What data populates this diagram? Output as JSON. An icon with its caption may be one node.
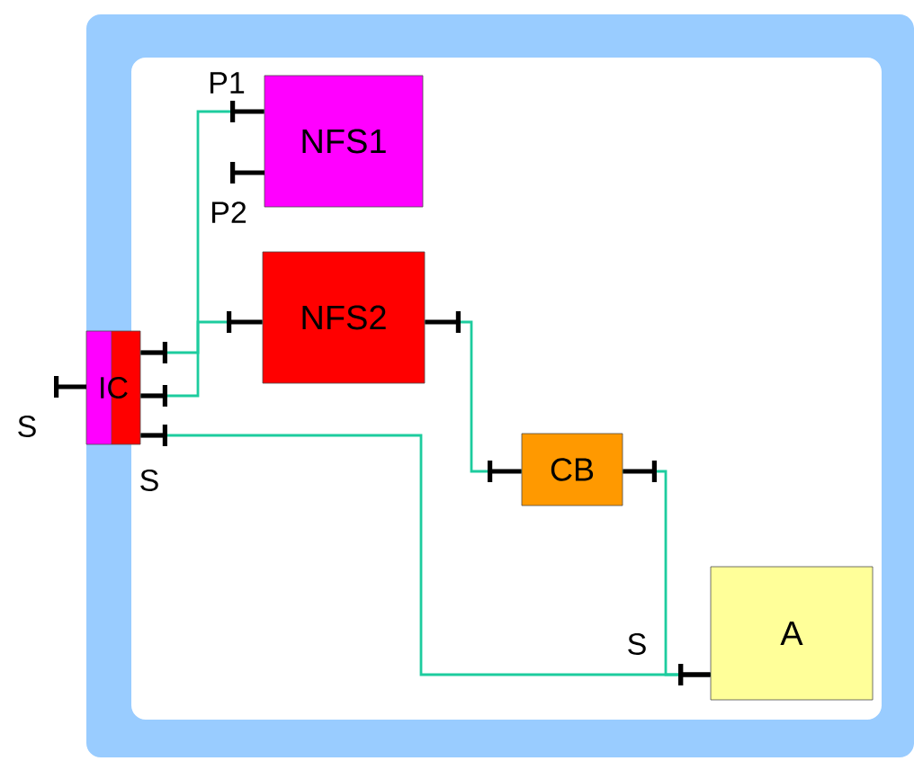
{
  "diagram": {
    "nodes": [
      {
        "text": [
          "IC"
        ]
      },
      {
        "text": [
          "NFS1"
        ]
      },
      {
        "text": [
          "NFS2"
        ]
      },
      {
        "text": [
          "CB"
        ]
      },
      {
        "text": [
          "A"
        ]
      }
    ],
    "edges": [
      {
        "from": 0,
        "to": 1,
        "arrow": "none"
      },
      {
        "from": 0,
        "to": 2,
        "arrow": "none"
      },
      {
        "from": 0,
        "to": 4,
        "arrow": "none"
      },
      {
        "from": 2,
        "to": 3,
        "arrow": "none"
      },
      {
        "from": 3,
        "to": 4,
        "arrow": "none"
      }
    ],
    "labels": [
      "P1",
      "P2",
      "S",
      "S",
      "S"
    ]
  }
}
